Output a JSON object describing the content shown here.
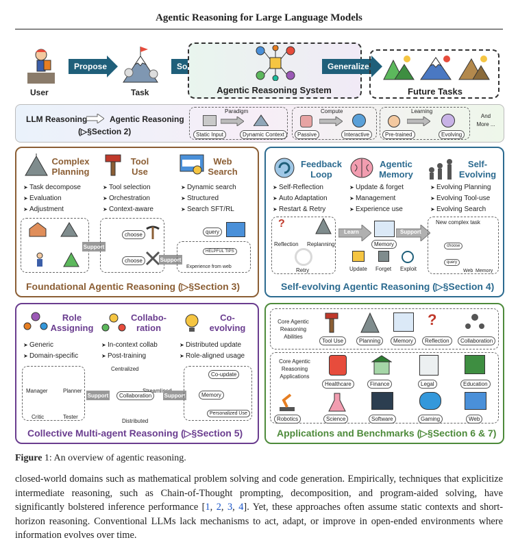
{
  "header": {
    "title": "Agentic Reasoning for Large Language Models"
  },
  "top": {
    "user": "User",
    "task": "Task",
    "propose": "Propose",
    "solve": "Solve",
    "system": "Agentic Reasoning System",
    "generalize": "Generalize",
    "future": "Future Tasks"
  },
  "band": {
    "llm": "LLM Reasoning",
    "agentic": "Agentic Reasoning",
    "section": "(▷§Section 2)",
    "paradigm": "Paradigm",
    "static": "Static Input",
    "dynamic": "Dynamic Context",
    "compute": "Compute",
    "passive": "Passive",
    "interactive": "Interactive",
    "learning": "Learning",
    "pretrained": "Pre-trained",
    "evolving": "Evolving",
    "more": "And More ..."
  },
  "foundational": {
    "cats": [
      {
        "title": "Complex Planning",
        "items": [
          "Task decompose",
          "Evaluation",
          "Adjustment"
        ]
      },
      {
        "title": "Tool Use",
        "items": [
          "Tool selection",
          "Orchestration",
          "Context-aware"
        ]
      },
      {
        "title": "Web Search",
        "items": [
          "Dynamic search",
          "Structured",
          "Search SFT/RL"
        ]
      }
    ],
    "choose": "choose",
    "support": "Support",
    "query": "query",
    "helpful": "HELPFUL TIPS",
    "experience": "Experience from web",
    "footer": "Foundational Agentic Reasoning (▷§Section 3)"
  },
  "selfevolving": {
    "cats": [
      {
        "title": "Feedback Loop",
        "items": [
          "Self-Reflection",
          "Auto Adaptation",
          "Restart & Retry"
        ]
      },
      {
        "title": "Agentic Memory",
        "items": [
          "Update & forget",
          "Management",
          "Experience use"
        ]
      },
      {
        "title": "Self-Evolving",
        "items": [
          "Evolving Planning",
          "Evolving Tool-use",
          "Evolving Search"
        ]
      }
    ],
    "reflection": "Reflection",
    "replanning": "Replanning",
    "retry": "Retry",
    "learn": "Learn",
    "memory": "Memory",
    "support": "Support",
    "update": "Update",
    "forget": "Forget",
    "exploit": "Exploit",
    "newtask": "New complex task",
    "web": "Web",
    "query": "query",
    "choose": "choose",
    "footer": "Self-evolving Agentic Reasoning (▷§Section 4)"
  },
  "multi": {
    "cats": [
      {
        "title": "Role Assigning",
        "items": [
          "Generic",
          "Domain-specific"
        ]
      },
      {
        "title": "Collabo- ration",
        "items": [
          "In-context collab",
          "Post-training"
        ]
      },
      {
        "title": "Co- evolving",
        "items": [
          "Distributed update",
          "Role-aligned usage"
        ]
      }
    ],
    "manager": "Manager",
    "planner": "Planner",
    "critic": "Critic",
    "tester": "Tester",
    "centralized": "Centralized",
    "streamlined": "Streamlined",
    "distributed": "Distributed",
    "collaboration": "Collaboration",
    "support": "Support",
    "coupdate": "Co-update",
    "memory": "Memory",
    "personalized": "Personalized Use",
    "footer": "Collective Multi-agent Reasoning (▷§Section 5)"
  },
  "apps": {
    "abilities_label": "Core Agentic Reasoning Abilities",
    "abilities": [
      "Tool Use",
      "Planning",
      "Memory",
      "Reflection",
      "Collaboration"
    ],
    "apps_label": "Core Agentic Reasoning Applications",
    "row1": [
      "Healthcare",
      "Finance",
      "Legal",
      "Education"
    ],
    "row2": [
      "Robotics",
      "Science",
      "Software",
      "Gaming",
      "Web"
    ],
    "footer": "Applications and Benchmarks (▷§Section 6 & 7)"
  },
  "caption": {
    "label": "Figure",
    "text": " 1: An overview of agentic reasoning."
  },
  "body": {
    "p1": "closed-world domains such as mathematical problem solving and code generation. Empirically, techniques that explicitize intermediate reasoning, such as Chain-of-Thought prompting, decomposition, and program-aided solving, have significantly bolstered inference performance [",
    "c1": "1",
    "c2": "2",
    "c3": "3",
    "c4": "4",
    "p2": "]. Yet, these approaches often assume static contexts and short-horizon reasoning. Conventional LLMs lack mechanisms to act, adapt, or improve in open-ended environments where information evolves over time."
  },
  "colors": {
    "arrow": "#1f5f7a",
    "brown": "#8b5e34",
    "blue": "#2b6a8f",
    "purple": "#6a3d8f",
    "green": "#4d8a3a",
    "cite": "#1a55c8"
  }
}
